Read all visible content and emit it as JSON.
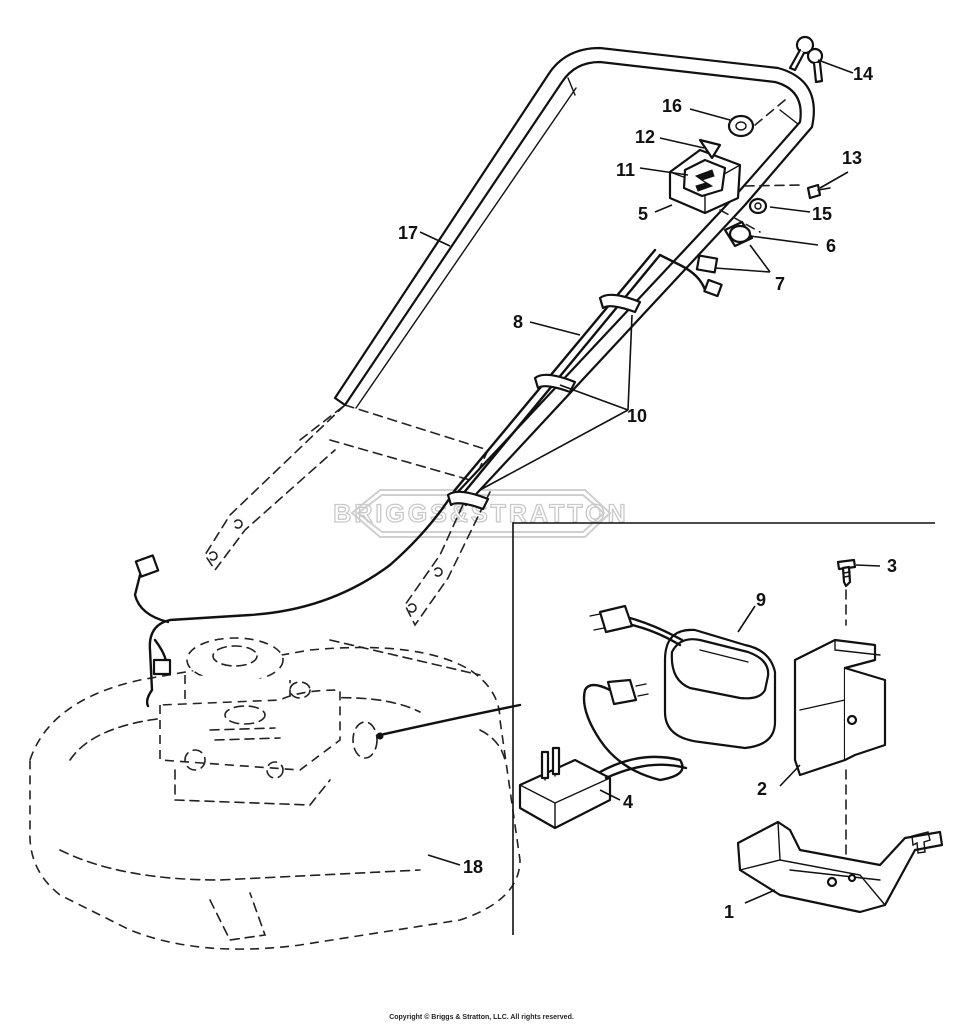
{
  "watermark": {
    "text": "BRIGGS&STRATTON"
  },
  "callouts": {
    "c1": "1",
    "c2": "2",
    "c3": "3",
    "c4": "4",
    "c5": "5",
    "c6": "6",
    "c7": "7",
    "c8": "8",
    "c9": "9",
    "c10": "10",
    "c11": "11",
    "c12": "12",
    "c13": "13",
    "c14": "14",
    "c15": "15",
    "c16": "16",
    "c17": "17",
    "c18": "18"
  },
  "copyright": "Copyright © Briggs & Stratton, LLC. All rights reserved."
}
